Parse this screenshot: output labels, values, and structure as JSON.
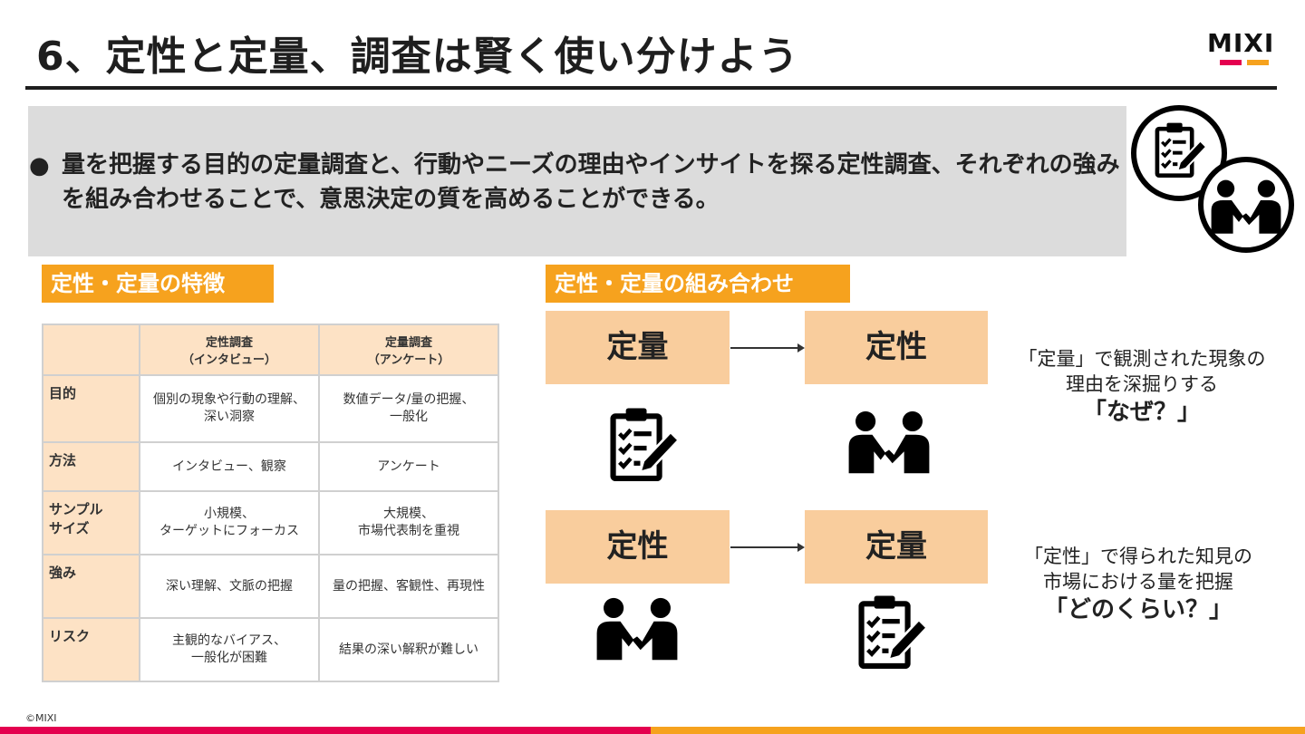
{
  "header": {
    "title": "6、定性と定量、調査は賢く使い分けよう",
    "logo": "MIXI"
  },
  "colors": {
    "accent_orange": "#f6a21e",
    "accent_pink": "#e4004f",
    "box_peach": "#f9cd9d",
    "table_header": "#fde2c5",
    "summary_gray": "#dcdcdc"
  },
  "summary": {
    "bullet": "●",
    "text": "量を把握する目的の定量調査と、行動やニーズの理由やインサイトを探る定性調査、それぞれの強みを組み合わせることで、意思決定の質を高めることができる。",
    "icon": "clipboard-and-people-icon"
  },
  "features": {
    "label": "定性・定量の特徴",
    "columns": [
      {
        "line1": "定性調査",
        "line2": "（インタビュー）"
      },
      {
        "line1": "定量調査",
        "line2": "（アンケート）"
      }
    ],
    "rows": [
      {
        "head": "目的",
        "qual": "個別の現象や行動の理解、\n深い洞察",
        "quant": "数値データ/量の把握、\n一般化"
      },
      {
        "head": "方法",
        "qual": "インタビュー、観察",
        "quant": "アンケート"
      },
      {
        "head": "サンプル\nサイズ",
        "qual": "小規模、\nターゲットにフォーカス",
        "quant": "大規模、\n市場代表制を重視"
      },
      {
        "head": "強み",
        "qual": "深い理解、文脈の把握",
        "quant": "量の把握、客観性、再現性"
      },
      {
        "head": "リスク",
        "qual": "主観的なバイアス、\n一般化が困難",
        "quant": "結果の深い解釈が難しい"
      }
    ]
  },
  "combination": {
    "label": "定性・定量の組み合わせ",
    "flow1": {
      "from": "定量",
      "to": "定性",
      "from_icon": "clipboard-checklist-icon",
      "to_icon": "people-handshake-icon",
      "caption_line1": "「定量」で観測された現象の",
      "caption_line2": "理由を深掘りする",
      "caption_emphasis": "「なぜ？」"
    },
    "flow2": {
      "from": "定性",
      "to": "定量",
      "from_icon": "people-handshake-icon",
      "to_icon": "clipboard-checklist-icon",
      "caption_line1": "「定性」で得られた知見の",
      "caption_line2": "市場における量を把握",
      "caption_emphasis": "「どのくらい？」"
    }
  },
  "footer": {
    "copyright": "©MIXI"
  }
}
